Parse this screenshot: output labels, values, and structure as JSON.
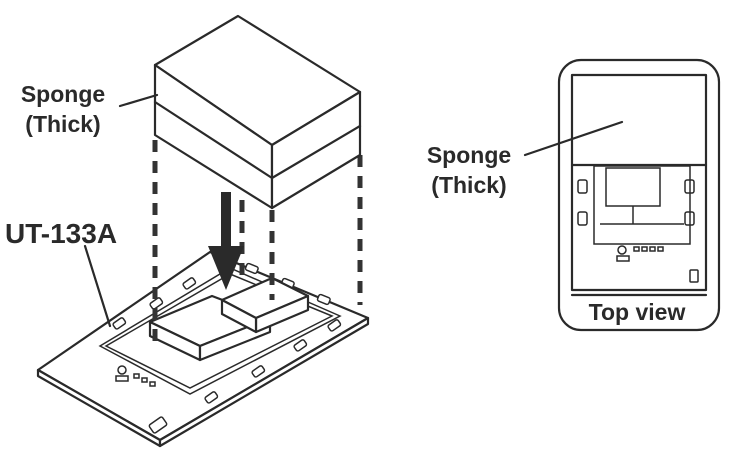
{
  "labels": {
    "sponge_left_line1": "Sponge",
    "sponge_left_line2": "(Thick)",
    "device": "UT-133A",
    "sponge_right_line1": "Sponge",
    "sponge_right_line2": "(Thick)",
    "top_view": "Top view"
  },
  "colors": {
    "ink": "#2a2a2a",
    "paper": "#ffffff"
  }
}
